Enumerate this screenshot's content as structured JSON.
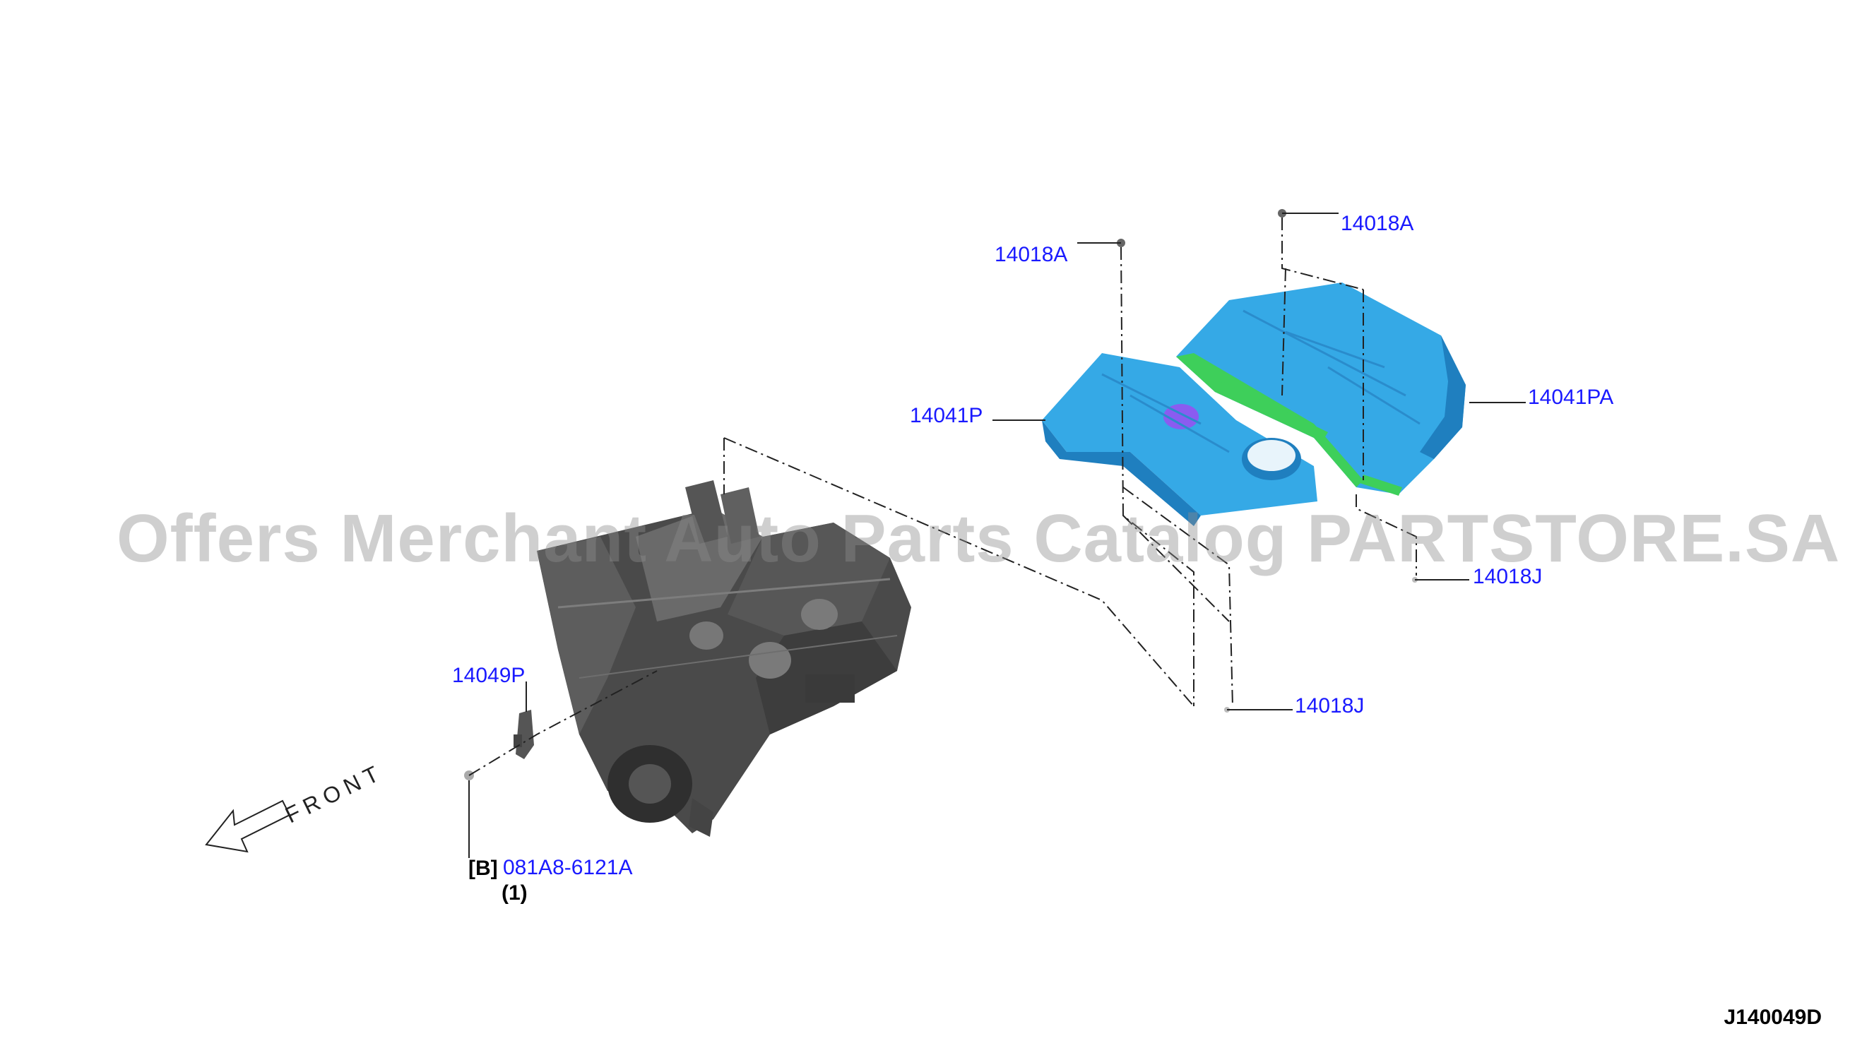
{
  "callouts": {
    "c14018A_left": "14018A",
    "c14018A_right": "14018A",
    "c14041P": "14041P",
    "c14041PA": "14041PA",
    "c14018J_right": "14018J",
    "c14018J_bottom": "14018J",
    "c14049P": "14049P",
    "c081A8": "081A8-6121A"
  },
  "bracket_label": "[B]",
  "quantity": "(1)",
  "front_label": "FRONT",
  "watermark": "Offers Merchant Auto Parts Catalog PARTSTORE.SA",
  "diagram_code": "J140049D",
  "colors": {
    "callout": "#1a1aff",
    "cover": "#35a9e6",
    "cover_dark": "#1f7fbf",
    "seal": "#3ecf5a",
    "emblem": "#8a5cf0",
    "engine": "#4a4a4a"
  }
}
